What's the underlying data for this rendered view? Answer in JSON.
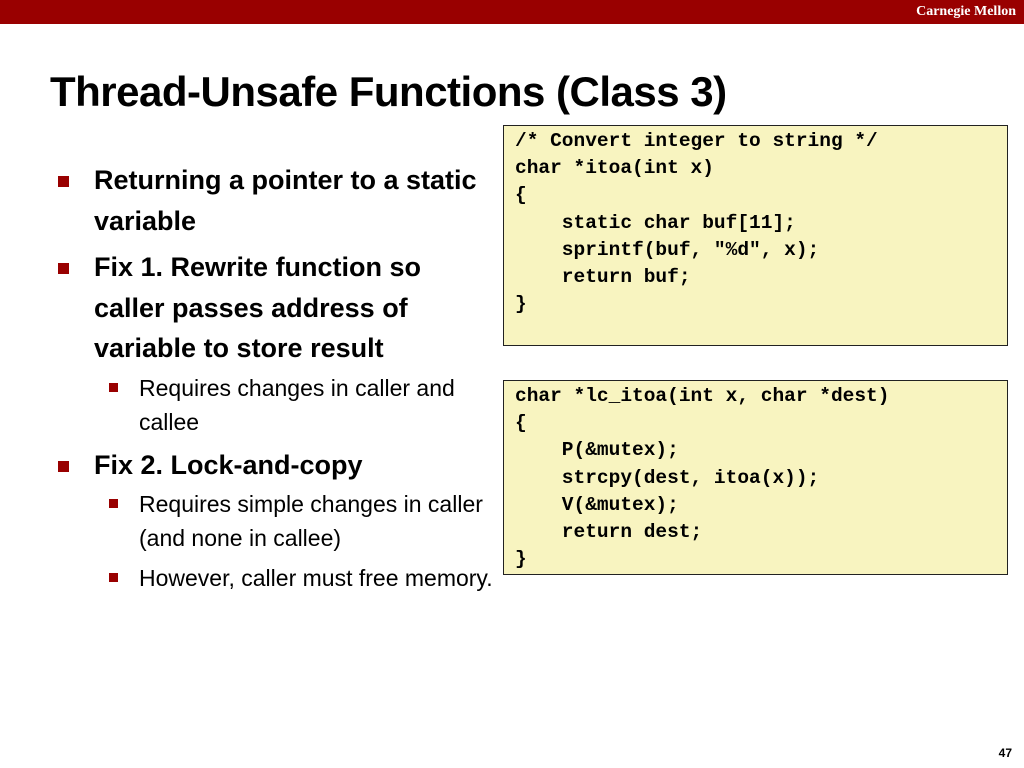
{
  "header": {
    "brand": "Carnegie Mellon",
    "bar_color": "#990000"
  },
  "title": "Thread-Unsafe Functions (Class 3)",
  "bullets": [
    {
      "text": "Returning a pointer  to a static variable",
      "sub": []
    },
    {
      "text": "Fix 1.  Rewrite function so caller passes address of variable to store result",
      "sub": [
        "Requires changes in caller and callee"
      ]
    },
    {
      "text": "Fix 2. Lock-and-copy",
      "sub": [
        "Requires simple changes in caller (and none in callee)",
        "However, caller must free memory."
      ]
    }
  ],
  "code_blocks": [
    {
      "lines": [
        "/* Convert integer to string */",
        "char *itoa(int x)",
        "{",
        "    static char buf[11];",
        "    sprintf(buf, \"%d\", x);",
        "    return buf;",
        "}"
      ]
    },
    {
      "lines": [
        "char *lc_itoa(int x, char *dest)",
        "{",
        "    P(&mutex);",
        "    strcpy(dest, itoa(x));",
        "    V(&mutex);",
        "    return dest;",
        "}"
      ]
    }
  ],
  "colors": {
    "accent": "#990000",
    "code_background": "#f8f4c0"
  },
  "page_number": "47"
}
